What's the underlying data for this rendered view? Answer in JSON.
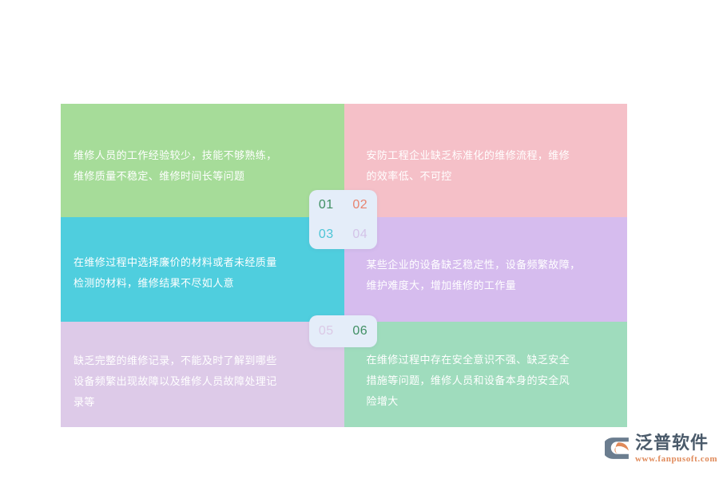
{
  "infographic": {
    "panels": [
      {
        "id": "01",
        "text": "维修人员的工作经验较少，技能不够熟练，\n维修质量不稳定、维修时间长等问题",
        "bg": "#a6dc99"
      },
      {
        "id": "02",
        "text": "安防工程企业缺乏标准化的维修流程，维修\n的效率低、不可控",
        "bg": "#f5c0c8"
      },
      {
        "id": "03",
        "text": "在维修过程中选择廉价的材料或者未经质量\n检测的材料，维修结果不尽如人意",
        "bg": "#4fcede"
      },
      {
        "id": "04",
        "text": "某些企业的设备缺乏稳定性，设备频繁故障，\n维护难度大，增加维修的工作量",
        "bg": "#d6bcee"
      },
      {
        "id": "05",
        "text": "缺乏完整的维修记录，不能及时了解到哪些\n设备频繁出现故障以及维修人员故障处理记\n录等",
        "bg": "#ddcae8"
      },
      {
        "id": "06",
        "text": "在维修过程中存在安全意识不强、缺乏安全\n措施等问题，维修人员和设备本身的安全风\n险增大",
        "bg": "#9fdcbd"
      }
    ],
    "badge_box_top": {
      "numbers": [
        {
          "label": "01",
          "color": "#3f8f63"
        },
        {
          "label": "02",
          "color": "#e8836f"
        },
        {
          "label": "03",
          "color": "#4cc5d6"
        },
        {
          "label": "04",
          "color": "#d3c3e8"
        }
      ]
    },
    "badge_box_bottom": {
      "numbers": [
        {
          "label": "05",
          "color": "#dbc9e6"
        },
        {
          "label": "06",
          "color": "#3f8f63"
        }
      ]
    },
    "badge_background": "#e4edf9"
  },
  "brand": {
    "name": "泛普软件",
    "url": "www.fanpusoft.com",
    "mark_color": "#6b7d8f",
    "mark_accent": "#e08a5a",
    "name_color": "#4a5a6a",
    "url_color": "#e08a5a"
  }
}
